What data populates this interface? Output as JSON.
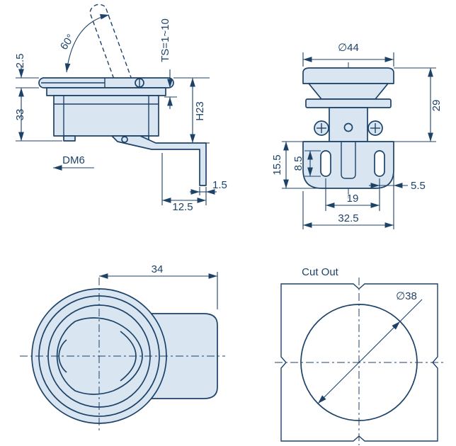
{
  "drawing": {
    "colors": {
      "line": "#1d4268",
      "fill": "#d9e6f2",
      "background": "#ffffff"
    },
    "side_view": {
      "handle_angle": "60°",
      "flange_thickness": "2.5",
      "overall_height": "33",
      "panel_thickness_range": "TS=1~10",
      "handle_height": "H23",
      "thread_label": "DM6",
      "cam_thickness": "1.5",
      "cam_offset": "12.5"
    },
    "rear_view": {
      "flange_diameter": "∅44",
      "height": "29",
      "bracket_height": "15.5",
      "slot_length": "8.5",
      "slot_edge_offset": "5.5",
      "slot_spacing": "19",
      "bracket_width": "32.5"
    },
    "front_view": {
      "housing_width": "34"
    },
    "cutout_view": {
      "title": "Cut Out",
      "hole_diameter": "∅38"
    }
  }
}
